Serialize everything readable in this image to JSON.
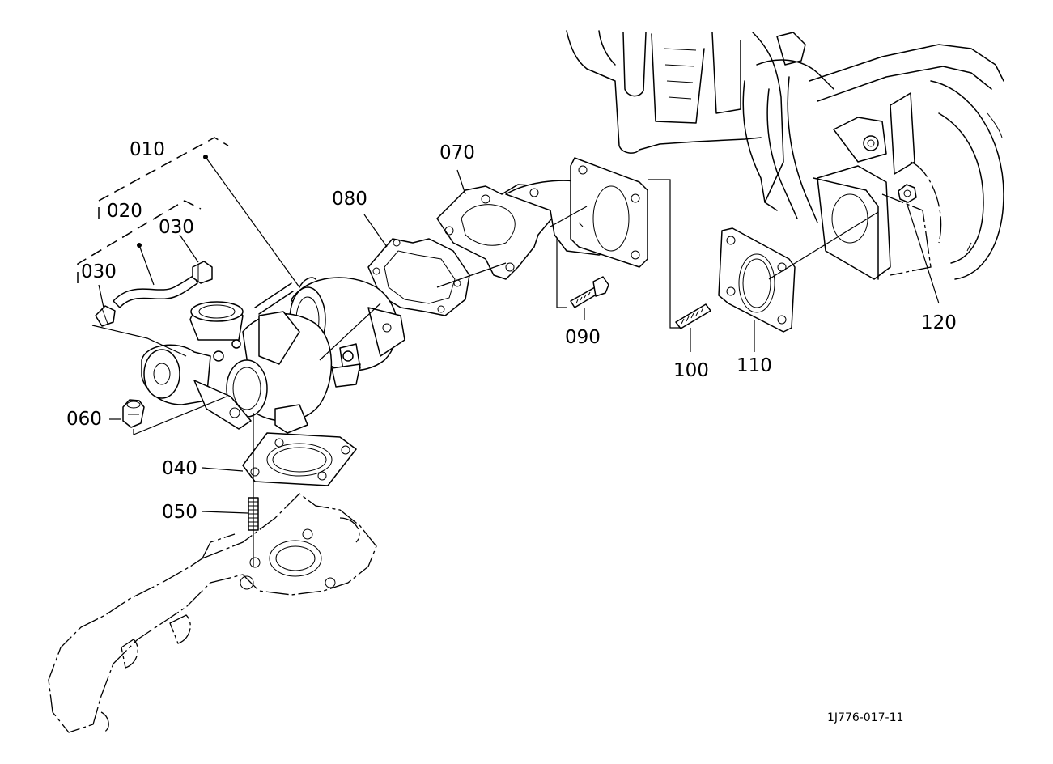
{
  "diagram": {
    "part_labels": {
      "p010": "010",
      "p020": "020",
      "p030a": "030",
      "p030b": "030",
      "p040": "040",
      "p050": "050",
      "p060": "060",
      "p070": "070",
      "p080": "080",
      "p090": "090",
      "p100": "100",
      "p110": "110",
      "p120": "120"
    },
    "figure_code": "1J776-017-11"
  }
}
